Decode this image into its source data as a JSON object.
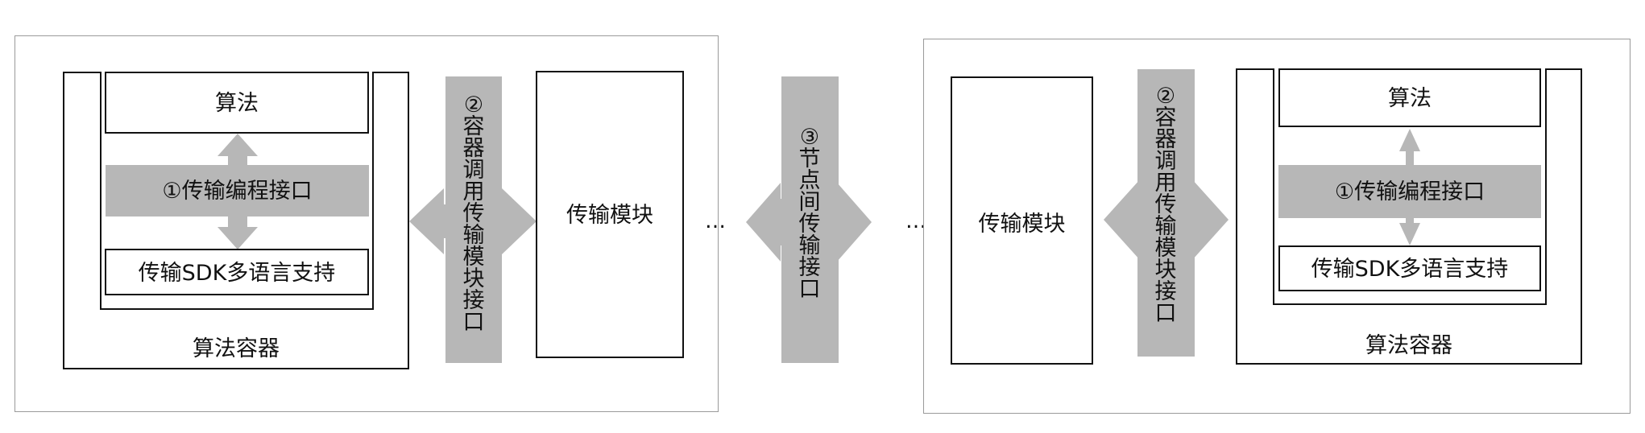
{
  "colors": {
    "gray_fill": "#b7b7b7",
    "panel_border": "#9a9a9a",
    "box_border": "#111111"
  },
  "left_node": {
    "container_label": "算法容器",
    "algorithm_label": "算法",
    "transport_programming_interface": "①传输编程接口",
    "sdk_multilang": "传输SDK多语言支持",
    "container_transport_interface": "②容器调用传输模块接口",
    "transport_module": "传输模块"
  },
  "middle": {
    "ellipsis_left": "…",
    "inter_node_interface": "③节点间传输接口",
    "ellipsis_right": "…"
  },
  "right_node": {
    "transport_module": "传输模块",
    "container_transport_interface": "②容器调用传输模块接口",
    "algorithm_label": "算法",
    "transport_programming_interface": "①传输编程接口",
    "sdk_multilang": "传输SDK多语言支持",
    "container_label": "算法容器"
  }
}
